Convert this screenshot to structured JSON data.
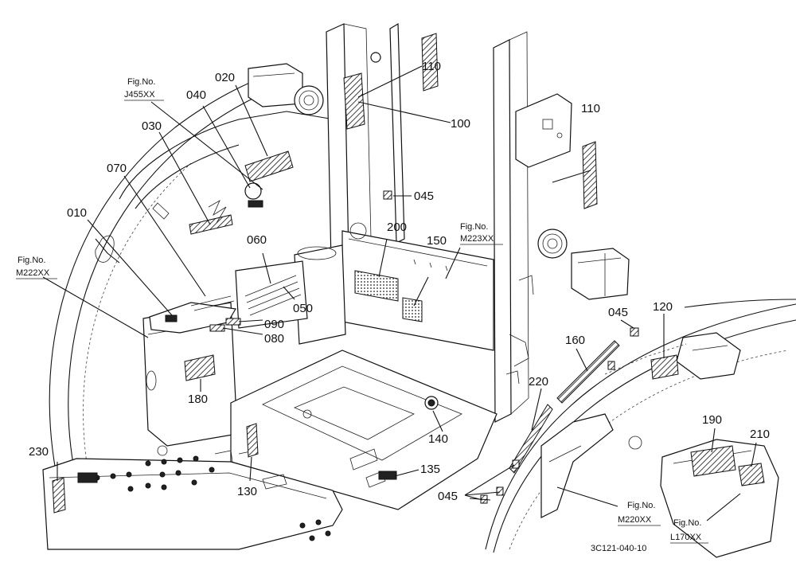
{
  "callouts": {
    "c010": "010",
    "c020": "020",
    "c030": "030",
    "c040": "040",
    "c045a": "045",
    "c045b": "045",
    "c045c": "045",
    "c050": "050",
    "c060": "060",
    "c070": "070",
    "c080": "080",
    "c090": "090",
    "c100": "100",
    "c110a": "110",
    "c110b": "110",
    "c120": "120",
    "c130": "130",
    "c135": "135",
    "c140": "140",
    "c150": "150",
    "c160": "160",
    "c180": "180",
    "c190": "190",
    "c200": "200",
    "c210": "210",
    "c220": "220",
    "c230": "230"
  },
  "figrefs": {
    "j455": {
      "label": "Fig.No.",
      "code": "J455XX"
    },
    "m222": {
      "label": "Fig.No.",
      "code": "M222XX"
    },
    "m223": {
      "label": "Fig.No.",
      "code": "M223XX"
    },
    "m220": {
      "label": "Fig.No.",
      "code": "M220XX"
    },
    "l170": {
      "label": "Fig.No.",
      "code": "L170XX"
    }
  },
  "drawing_code": "3C121-040-10"
}
